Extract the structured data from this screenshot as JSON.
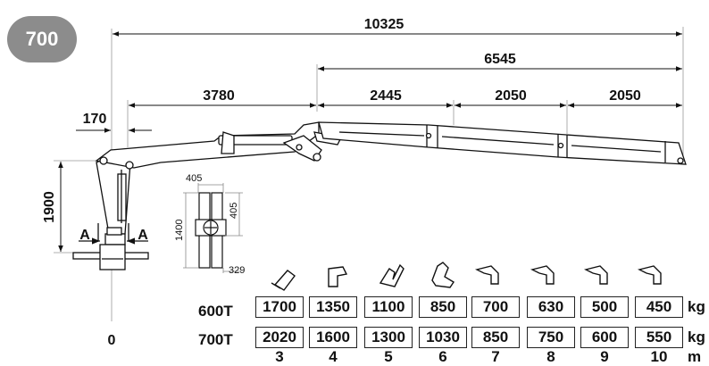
{
  "model_badge": "700",
  "dimensions": {
    "total": "10325",
    "extension": "6545",
    "main_boom": "3780",
    "ext1": "2445",
    "ext2": "2050",
    "ext3": "2050",
    "offset": "170",
    "height": "1900",
    "zero": "0"
  },
  "section_labels": {
    "left_a": "A",
    "right_a": "A"
  },
  "cross_section": {
    "width_top": "405",
    "height_right": "405",
    "height_left": "1400",
    "bottom": "329"
  },
  "load_table": {
    "rows": [
      {
        "label": "600T",
        "unit": "kg",
        "values": [
          "1700",
          "1350",
          "1100",
          "850",
          "700",
          "630",
          "500",
          "450"
        ]
      },
      {
        "label": "700T",
        "unit": "kg",
        "values": [
          "2020",
          "1600",
          "1300",
          "1030",
          "850",
          "750",
          "600",
          "550"
        ]
      }
    ],
    "reach": [
      "3",
      "4",
      "5",
      "6",
      "7",
      "8",
      "9",
      "10"
    ],
    "reach_unit": "m"
  }
}
